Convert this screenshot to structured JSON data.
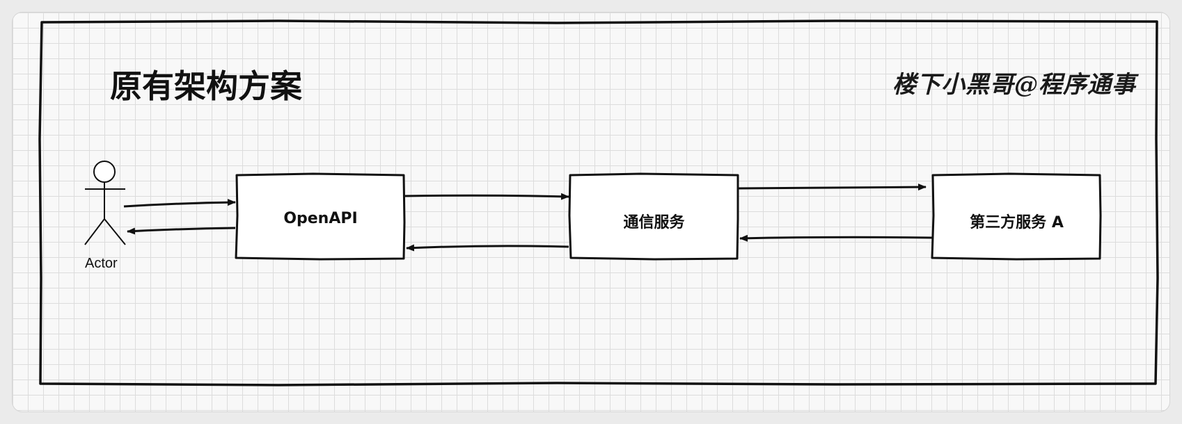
{
  "diagram": {
    "title": "原有架构方案",
    "watermark": "楼下小黑哥@程序通事",
    "actor": {
      "label": "Actor"
    },
    "nodes": [
      {
        "id": "openapi",
        "label": "OpenAPI"
      },
      {
        "id": "comm",
        "label": "通信服务"
      },
      {
        "id": "thirdparty",
        "label": "第三方服务 A"
      }
    ],
    "edges": [
      {
        "from": "actor",
        "to": "openapi"
      },
      {
        "from": "openapi",
        "to": "actor"
      },
      {
        "from": "openapi",
        "to": "comm"
      },
      {
        "from": "comm",
        "to": "openapi"
      },
      {
        "from": "comm",
        "to": "thirdparty"
      },
      {
        "from": "thirdparty",
        "to": "comm"
      }
    ]
  }
}
